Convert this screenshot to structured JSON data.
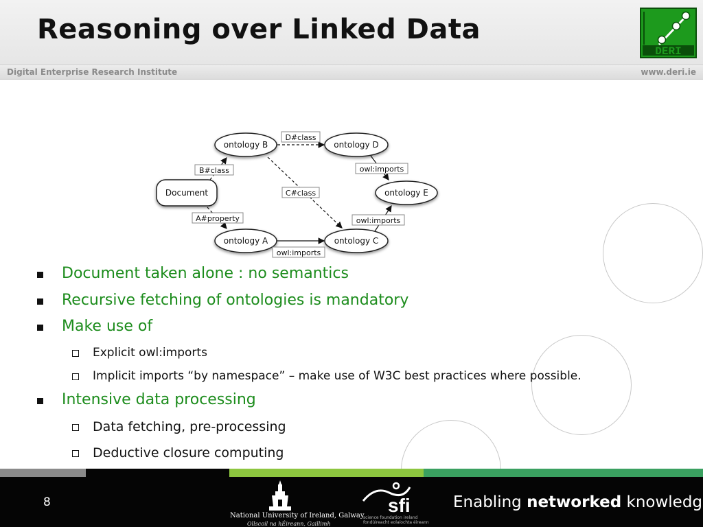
{
  "slide": {
    "title": "Reasoning over Linked Data",
    "institute": "Digital Enterprise Research Institute",
    "website": "www.deri.ie",
    "page_number": "8"
  },
  "logo": {
    "text": "DERI",
    "icon": "deri-logo-icon"
  },
  "diagram": {
    "nodes": {
      "ontology_b": "ontology B",
      "ontology_d": "ontology D",
      "document": "Document",
      "ontology_e": "ontology E",
      "ontology_a": "ontology A",
      "ontology_c": "ontology C"
    },
    "edges": {
      "d_class": "D#class",
      "b_class": "B#class",
      "owl_imports_de": "owl:imports",
      "c_class": "C#class",
      "a_property": "A#property",
      "owl_imports_ce": "owl:imports",
      "owl_imports_ac": "owl:imports"
    }
  },
  "bullets": [
    "Document taken alone : no semantics",
    "Recursive fetching of ontologies is mandatory",
    "Make use of",
    "Intensive data processing"
  ],
  "sub_bullets": {
    "make_use_of": [
      "Explicit owl:imports",
      "Implicit imports “by namespace” – make use of W3C best practices where possible."
    ],
    "intensive": [
      "Data fetching, pre-processing",
      "Deductive closure computing"
    ]
  },
  "footer": {
    "university_name": "National University of Ireland, Galway",
    "university_irish": "Ollscoil na hÉireann, Gaillimh",
    "sfi_text": "sfi",
    "sfi_sub1": "science foundation ireland",
    "sfi_sub2": "fondúireacht eolaíochta éireann",
    "tagline_pre": "Enabling ",
    "tagline_bold": "networked",
    "tagline_post": " knowledge."
  },
  "colors": {
    "accent_green": "#1c8c1c",
    "logo_green": "#1d9a1d",
    "stripe_gray": "#8a8a8a",
    "stripe_lime": "#8dc63f",
    "stripe_teal": "#3aa060",
    "footer_black": "#050505"
  }
}
